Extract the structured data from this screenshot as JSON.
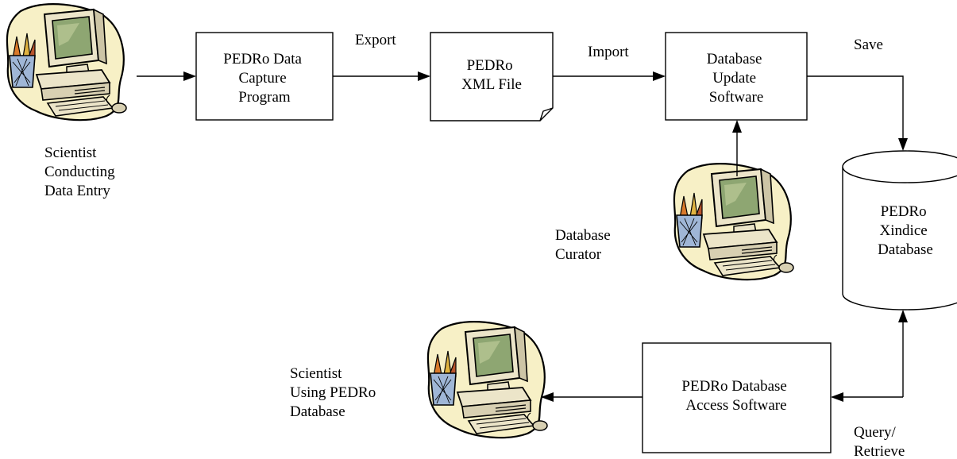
{
  "nodes": {
    "capture_program": [
      "PEDRo Data",
      "Capture",
      "Program"
    ],
    "xml_file": [
      "PEDRo",
      "XML File"
    ],
    "update_software": [
      "Database",
      "Update",
      "Software"
    ],
    "database": [
      "PEDRo",
      "Xindice",
      "Database"
    ],
    "access_software": [
      "PEDRo Database",
      "Access Software"
    ]
  },
  "actors": {
    "data_entry_scientist": [
      "Scientist",
      "Conducting",
      "Data Entry"
    ],
    "curator": [
      "Database",
      "Curator"
    ],
    "using_scientist": [
      "Scientist",
      "Using PEDRo",
      "Database"
    ]
  },
  "edges": {
    "export": "Export",
    "import": "Import",
    "save": "Save",
    "query_retrieve": [
      "Query/",
      "Retrieve"
    ]
  },
  "colors": {
    "blob": "#f7f0c6",
    "monitor": "#ece5c9",
    "screen": "#8ea672",
    "screen_glare": "#aebf8c"
  },
  "icons": [
    "computer-clipart-icon"
  ]
}
